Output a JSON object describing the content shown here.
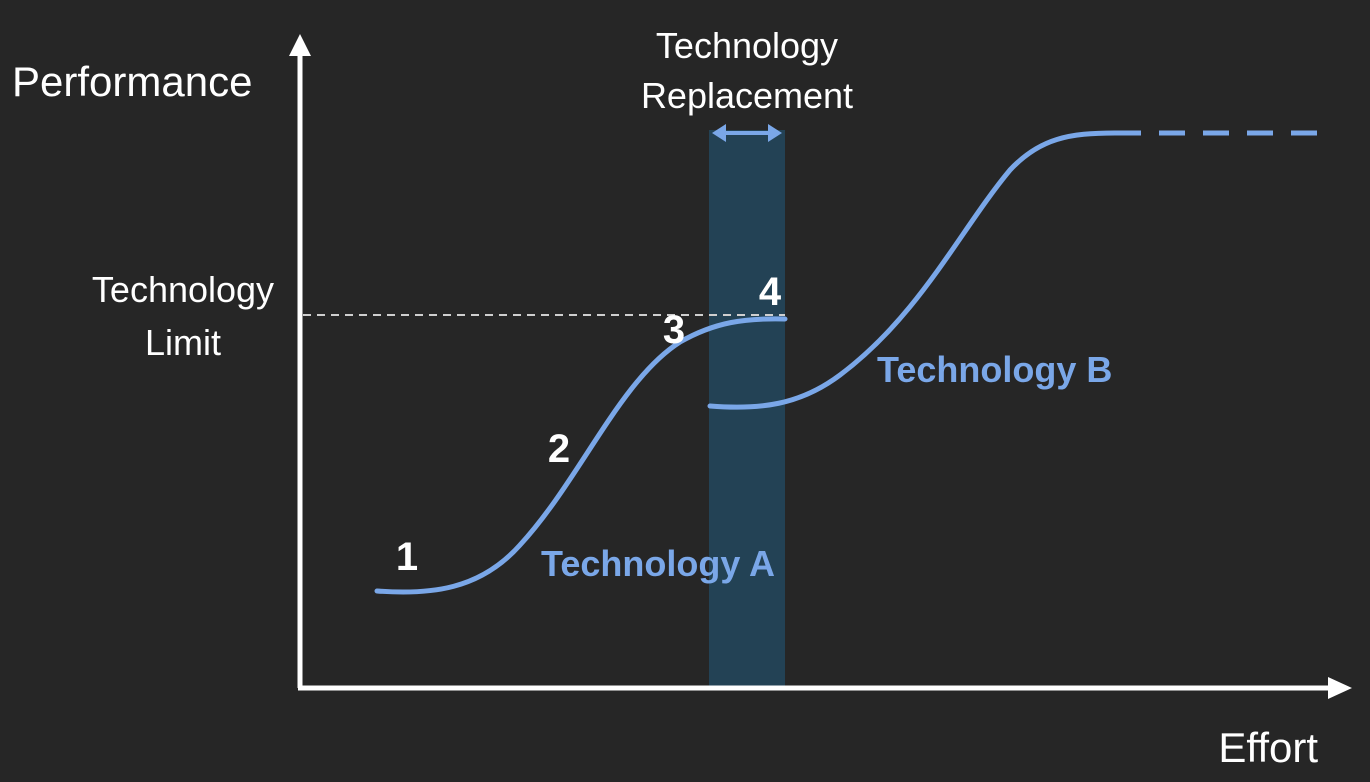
{
  "labels": {
    "y_axis": "Performance",
    "x_axis": "Effort",
    "replacement_line1": "Technology",
    "replacement_line2": "Replacement",
    "limit_line1": "Technology",
    "limit_line2": "Limit",
    "technology_a": "Technology A",
    "technology_b": "Technology B",
    "marker_1": "1",
    "marker_2": "2",
    "marker_3": "3",
    "marker_4": "4"
  },
  "colors": {
    "background": "#262626",
    "curve": "#7aa7e8",
    "band": "#234255",
    "axis": "#ffffff",
    "text": "#ffffff",
    "limit_line": "#cfcfcf"
  }
}
